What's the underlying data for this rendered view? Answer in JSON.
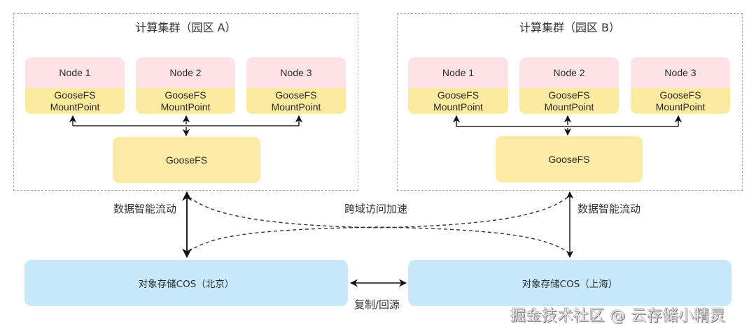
{
  "clusters": [
    {
      "title": "计算集群（园区 A）",
      "nodes": [
        {
          "name": "Node 1",
          "mount_line1": "GooseFS",
          "mount_line2": "MountPoint"
        },
        {
          "name": "Node 2",
          "mount_line1": "GooseFS",
          "mount_line2": "MountPoint"
        },
        {
          "name": "Node 3",
          "mount_line1": "GooseFS",
          "mount_line2": "MountPoint"
        }
      ],
      "goosefs_label": "GooseFS"
    },
    {
      "title": "计算集群（园区 B）",
      "nodes": [
        {
          "name": "Node 1",
          "mount_line1": "GooseFS",
          "mount_line2": "MountPoint"
        },
        {
          "name": "Node 2",
          "mount_line1": "GooseFS",
          "mount_line2": "MountPoint"
        },
        {
          "name": "Node 3",
          "mount_line1": "GooseFS",
          "mount_line2": "MountPoint"
        }
      ],
      "goosefs_label": "GooseFS"
    }
  ],
  "storage": {
    "beijing": "对象存储COS（北京）",
    "shanghai": "对象存储COS（上海）"
  },
  "edge_labels": {
    "data_flow_left": "数据智能流动",
    "data_flow_right": "数据智能流动",
    "cross_region": "跨域访问加速",
    "replication": "复制/回源"
  },
  "watermark": "掘金技术社区 @ 云存储小精灵",
  "colors": {
    "node_header": "#fde3e5",
    "mountpoint": "#fcea9e",
    "goosefs": "#fdeba5",
    "cos": "#c7e9fb",
    "cluster_border": "#a9a9a9"
  }
}
